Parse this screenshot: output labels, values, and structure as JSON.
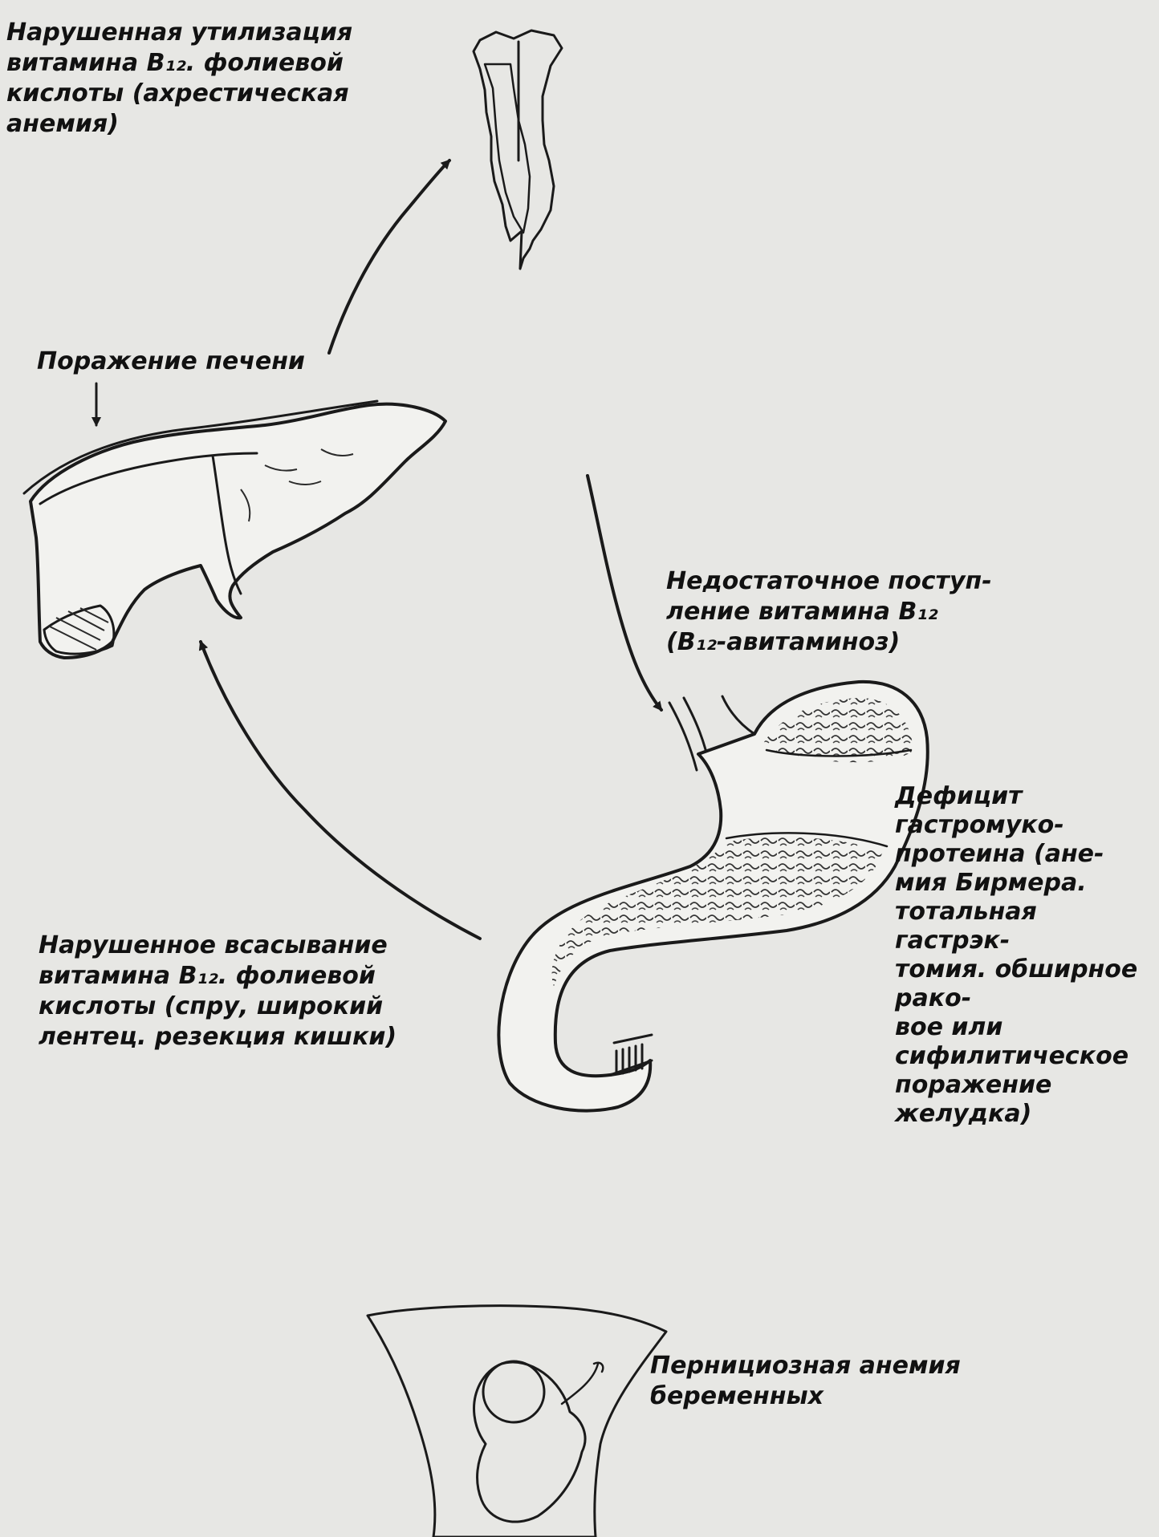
{
  "labels": {
    "impaired_utilization": "Нарушенная утилизация\nвитамина B₁₂. фолиевой\nкислоты (ахрестическая\nанемия)",
    "liver_damage": "Поражение печени",
    "insufficient_intake": "Недостаточное поступ-\nление витамина B₁₂\n(B₁₂-авитаминоз)",
    "gastromucoprotein_deficit": "Дефицит\nгастромуко-\nпротеина (ане-\nмия Бирмера.\nтотальная гастрэк-\nтомия. обширное рако-\nвое или сифилитическое\nпоражение желудка)",
    "impaired_absorption": "Нарушенное всасывание\nвитамина B₁₂. фолиевой\nкислоты (спру, широкий\nлентец. резекция кишки)",
    "pregnancy_anemia": "Пернициозная анемия\nбеременных"
  },
  "icons": {
    "bone": "bone-icon",
    "liver": "liver-icon",
    "stomach": "stomach-icon",
    "uterus": "uterus-fetus-icon"
  },
  "colors": {
    "background": "#e7e7e4",
    "ink": "#1a1a1a"
  }
}
